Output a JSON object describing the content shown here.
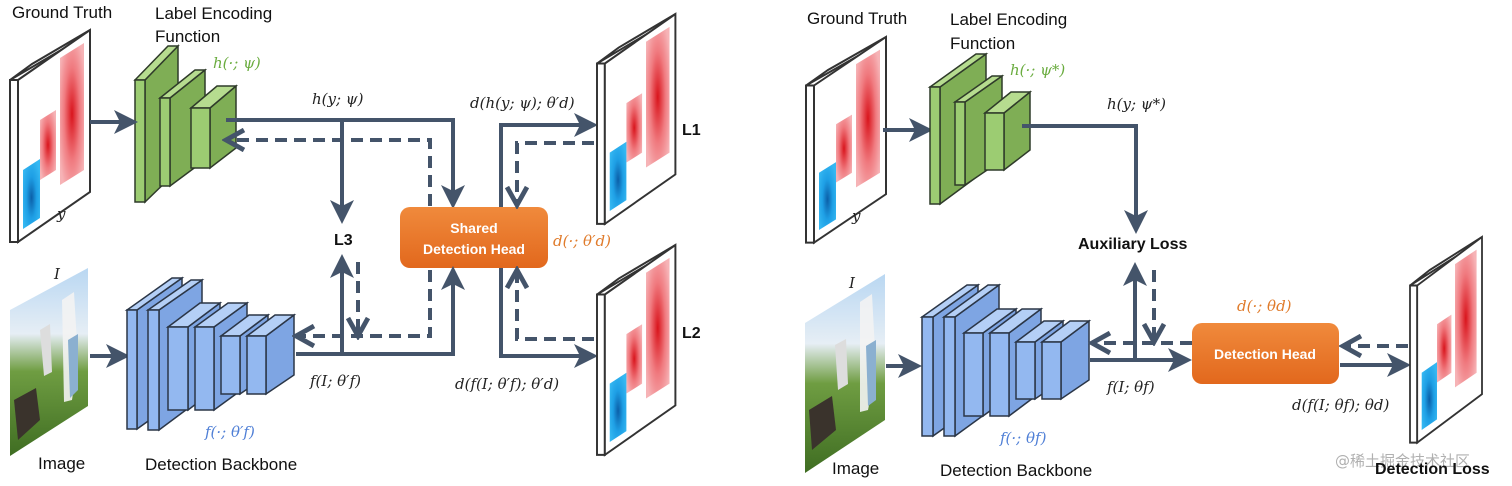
{
  "left_panel": {
    "ground_truth_label": "Ground Truth",
    "label_encoding_label_line1": "Label Encoding",
    "label_encoding_label_line2": "Function",
    "encoder_fn": "h(·; ψ)",
    "gt_var": "y",
    "encoded_output": "h(y; ψ)",
    "head_output_from_label": "d(h(y; ψ); θ′d)",
    "head_box_line1": "Shared",
    "head_box_line2": "Detection Head",
    "head_fn": "d(·; θ′d)",
    "loss_1": "L1",
    "loss_2": "L2",
    "loss_3": "L3",
    "image_var": "I",
    "image_label": "Image",
    "backbone_label": "Detection Backbone",
    "backbone_fn": "f(·; θ′f)",
    "backbone_output": "f(I; θ′f)",
    "head_output_from_image": "d(f(I; θ′f); θ′d)"
  },
  "right_panel": {
    "ground_truth_label": "Ground Truth",
    "label_encoding_label_line1": "Label Encoding",
    "label_encoding_label_line2": "Function",
    "encoder_fn": "h(·; ψ*)",
    "gt_var": "y",
    "encoded_output": "h(y; ψ*)",
    "aux_loss": "Auxiliary Loss",
    "image_var": "I",
    "image_label": "Image",
    "backbone_label": "Detection Backbone",
    "backbone_fn": "f(·; θf)",
    "backbone_output": "f(I; θf)",
    "head_fn": "d(·; θd)",
    "head_box": "Detection Head",
    "head_output": "d(f(I; θf); θd)",
    "detection_loss": "Detection Loss"
  },
  "watermark": "@稀土掘金技术社区",
  "colors": {
    "arrow": "#44546a",
    "encoder_green": "#8fbf63",
    "backbone_blue": "#8db3ee",
    "head_orange": "#ec7a2a",
    "heat_red": "#e8333a",
    "heat_blue": "#1ea2e6"
  }
}
